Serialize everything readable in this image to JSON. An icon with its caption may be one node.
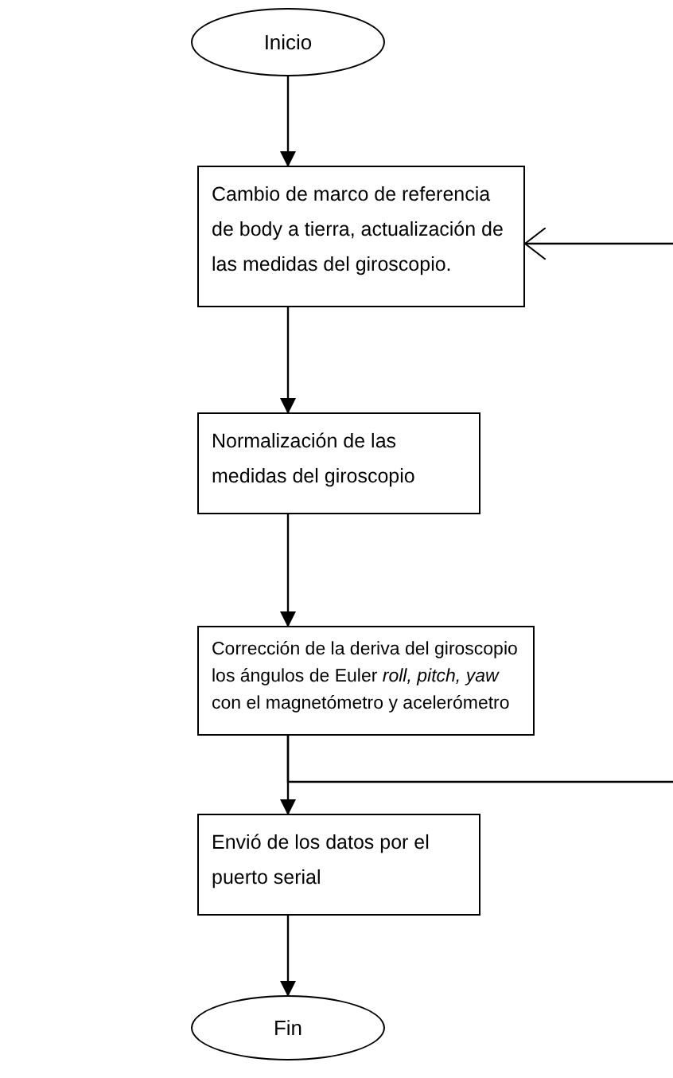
{
  "diagram": {
    "nodes": [
      {
        "text": [
          "Inicio"
        ]
      },
      {
        "text": [
          "Cambio de marco de referencia de body a tierra, actualización de las medidas del giroscopio."
        ]
      },
      {
        "text": [
          "Normalización de las medidas del giroscopio"
        ]
      },
      {
        "text": [
          "Corrección de la deriva del giroscopio los ángulos de Euler *roll, pitch, yaw* con el magnetómetro y acelerómetro"
        ]
      },
      {
        "text": [
          "Envió de los datos por el puerto serial"
        ]
      },
      {
        "text": [
          "Fin"
        ]
      }
    ],
    "edges": [
      {
        "from": 0,
        "to": 1,
        "arrow": "to"
      },
      {
        "from": 1,
        "to": 2,
        "arrow": "to"
      },
      {
        "from": 2,
        "to": 3,
        "arrow": "to"
      },
      {
        "from": 3,
        "to": 4,
        "arrow": "to"
      },
      {
        "from": 4,
        "to": 5,
        "arrow": "to"
      },
      {
        "from": 3,
        "to": null,
        "arrow": "none"
      },
      {
        "from": null,
        "to": 1,
        "arrow": "to"
      }
    ]
  }
}
